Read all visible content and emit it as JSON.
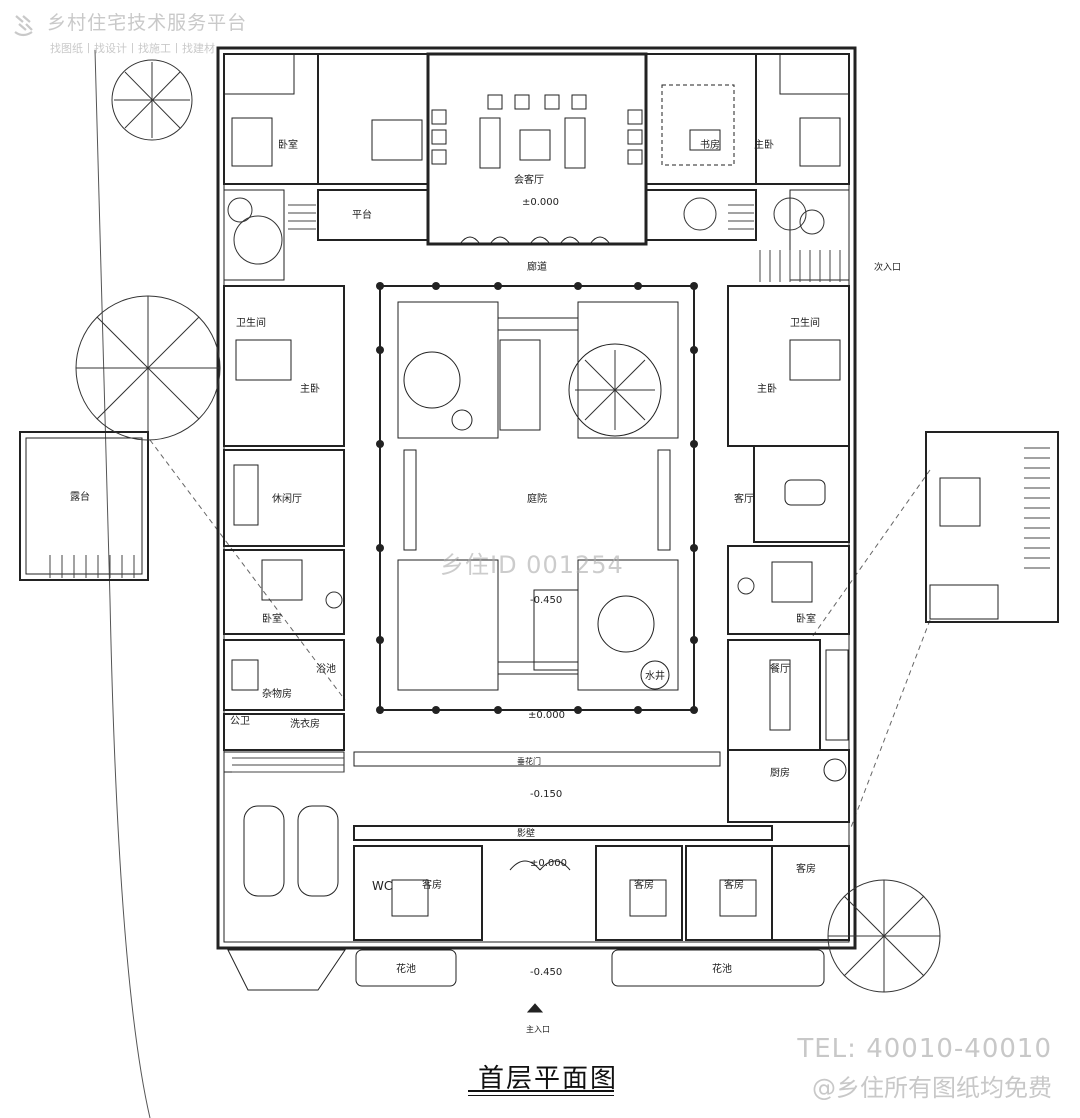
{
  "watermark": {
    "brand": "乡村住宅技术服务平台",
    "slogan": "找图纸丨找设计丨找施工丨找建材",
    "id_text": "乡住ID 001254",
    "tel": "TEL: 40010-40010",
    "free_note": "@乡住所有图纸均免费"
  },
  "title": "首层平面图",
  "rooms": {
    "bedroom_nw": "卧室",
    "platform": "平台",
    "meeting_hall": "会客厅",
    "study": "书房",
    "master_ne": "主卧",
    "corridor": "廊道",
    "secondary_entry": "次入口",
    "bath_w": "卫生间",
    "master_w": "主卧",
    "bath_e": "卫生间",
    "master_e": "主卧",
    "leisure_hall": "休闲厅",
    "courtyard": "庭院",
    "living_e": "客厅",
    "terrace": "露台",
    "bedroom_w": "卧室",
    "bedroom_e": "卧室",
    "sundry": "杂物房",
    "bath_tub": "浴池",
    "dining": "餐厅",
    "well": "水井",
    "public_wc": "公卫",
    "laundry": "洗衣房",
    "kitchen": "厨房",
    "chuihua_gate": "垂花门",
    "screen_wall": "影壁",
    "wc": "WC",
    "guest1": "客房",
    "guest2": "客房",
    "guest3": "客房",
    "guest4": "客房",
    "flower_w": "花池",
    "flower_e": "花池",
    "main_entry": "主入口"
  },
  "elevations": {
    "hall": "±0.000",
    "court": "-0.450",
    "gate": "±0.000",
    "front_yard": "-0.150",
    "entry_hall": "±0.000",
    "outside": "-0.450"
  }
}
